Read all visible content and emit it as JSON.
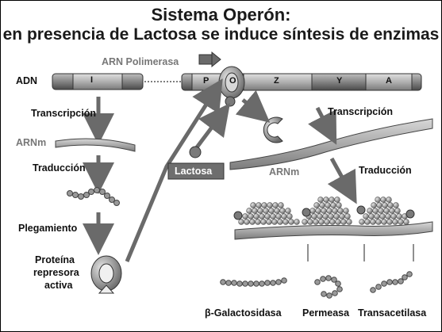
{
  "title": {
    "line1": "Sistema Operón:",
    "line2": "en presencia de Lactosa se induce síntesis de enzimas"
  },
  "labels": {
    "adn": "ADN",
    "arn_polimerasa": "ARN Polimerasa",
    "transcripcion_left": "Transcripción",
    "arnm_left": "ARNm",
    "traduccion_left": "Traducción",
    "plegamiento": "Plegamiento",
    "proteina_line1": "Proteína",
    "proteina_line2": "represora",
    "proteina_line3": "activa",
    "lactosa": "Lactosa",
    "transcripcion_right": "Transcripción",
    "arnm_right": "ARNm",
    "traduccion_right": "Traducción",
    "galactosidasa": "β-Galactosidasa",
    "permeasa": "Permeasa",
    "transacetilasa": "Transacetilasa"
  },
  "dna_segments": {
    "i": "I",
    "p": "P",
    "o": "O",
    "z": "Z",
    "y": "Y",
    "a": "A"
  },
  "colors": {
    "dna_dark": "#555555",
    "dna_light": "#aaaaaa",
    "protein": "#8a8a8a",
    "lactose_box": "#6e6e6e",
    "arrow": "#777777"
  }
}
